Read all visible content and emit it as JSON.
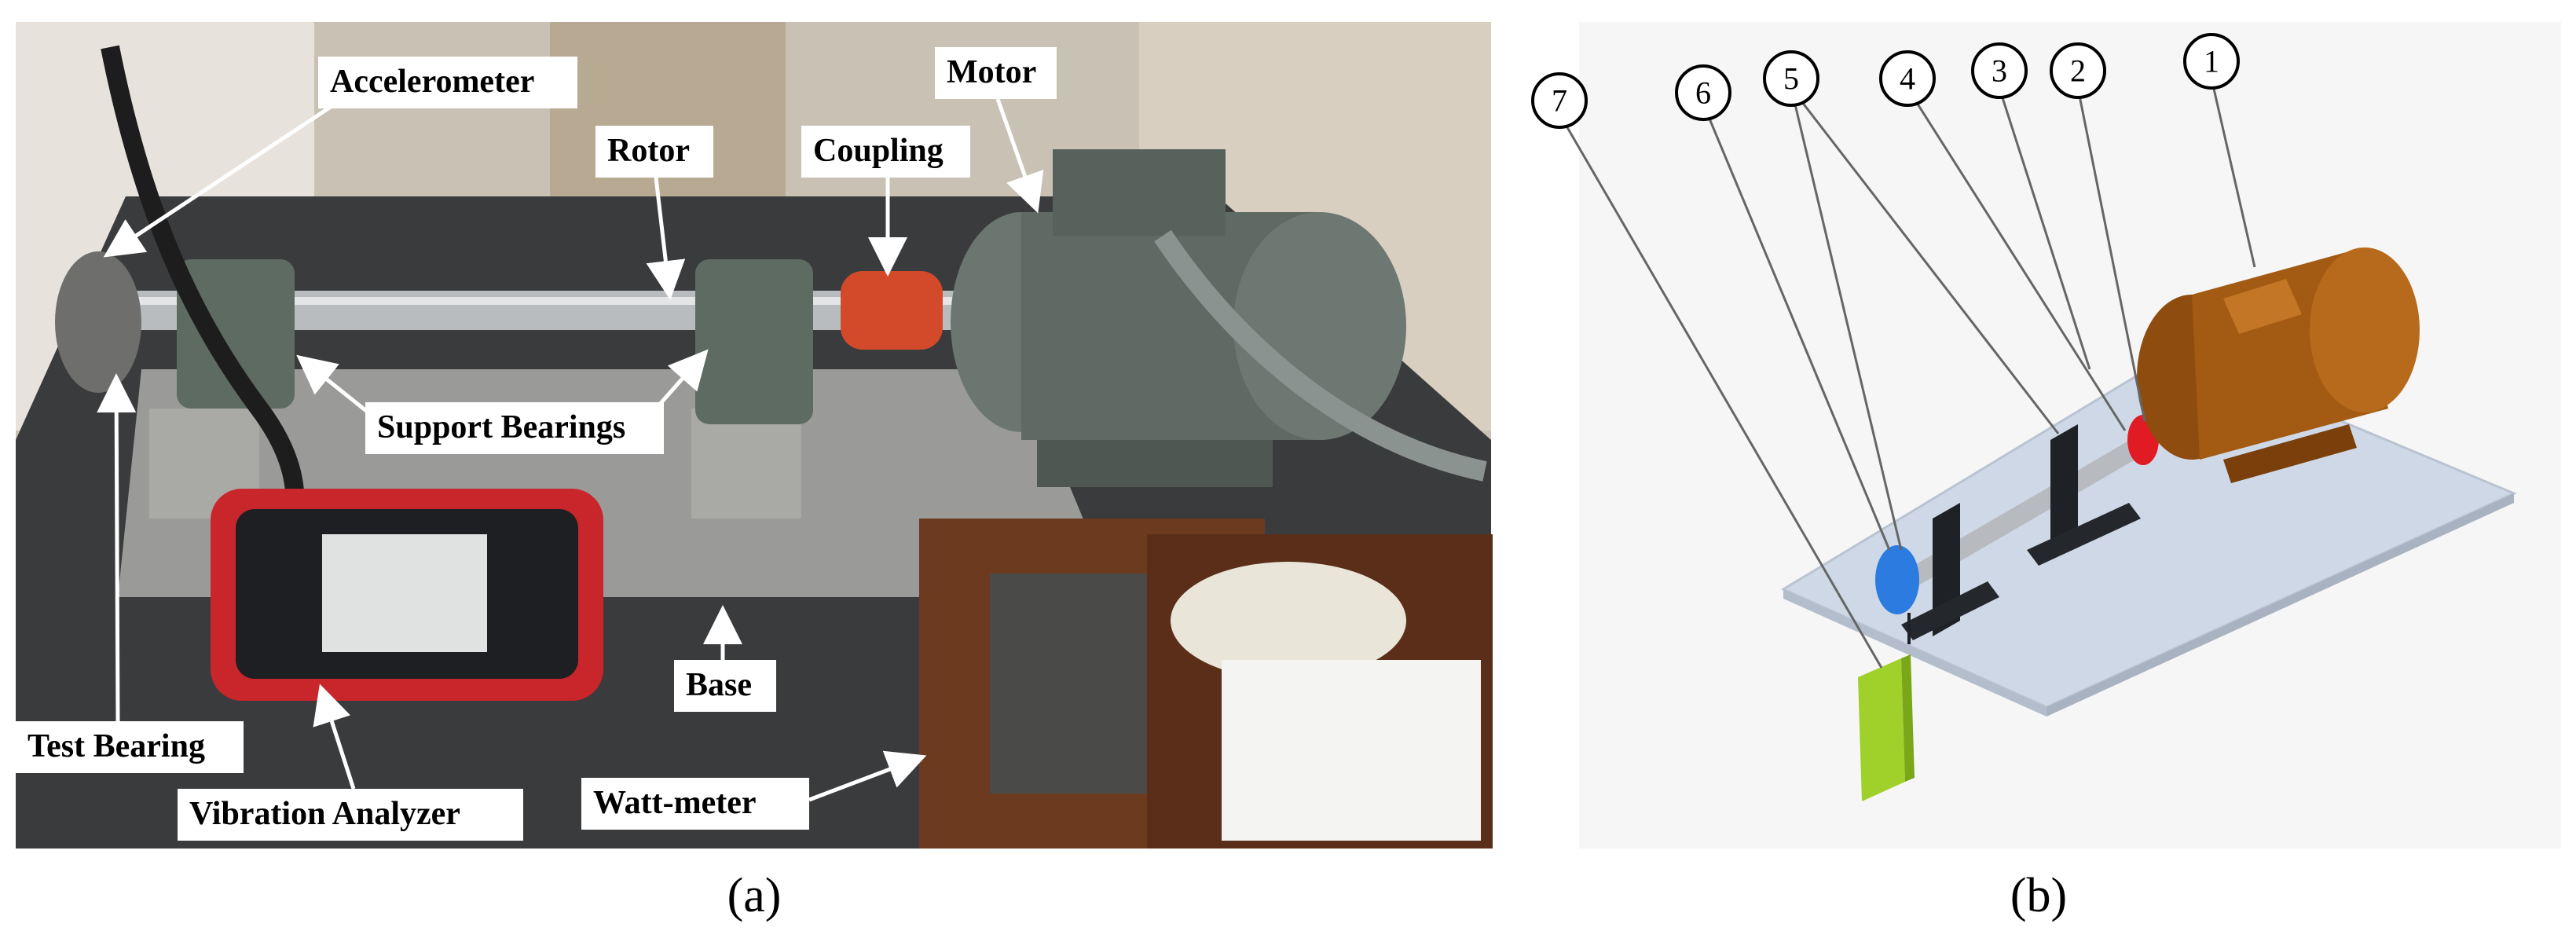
{
  "panel_a": {
    "caption": "(a)",
    "labels": {
      "accelerometer": "Accelerometer",
      "rotor": "Rotor",
      "coupling": "Coupling",
      "motor": "Motor",
      "support_bearings": "Support Bearings",
      "base": "Base",
      "test_bearing": "Test Bearing",
      "vibration_analyzer": "Vibration Analyzer",
      "watt_meter": "Watt-meter"
    }
  },
  "panel_b": {
    "caption": "(b)",
    "callouts": [
      "1",
      "2",
      "3",
      "4",
      "5",
      "6",
      "7"
    ]
  },
  "colors": {
    "motor_grey": "#5f6a64",
    "coupling_red": "#d24a2a",
    "cad_motor_brown": "#a35a12",
    "cad_bearing_blue": "#2c7be0",
    "cad_plate": "#cfd8e6",
    "cad_sensor_green": "#9fd12a"
  }
}
